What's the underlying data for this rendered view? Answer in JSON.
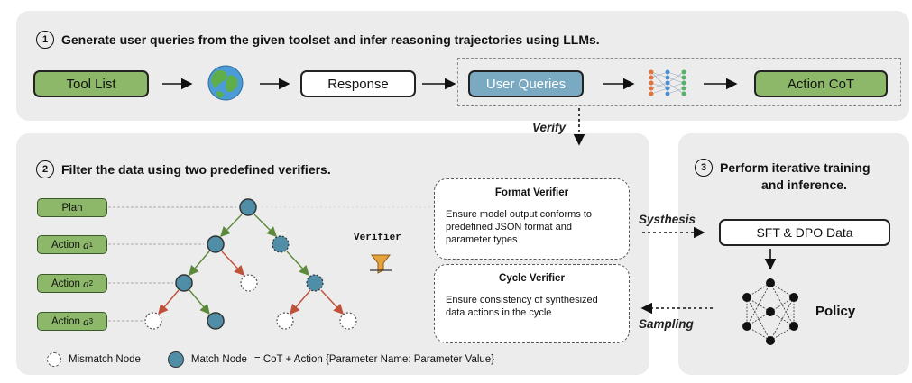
{
  "step1": {
    "number": "1",
    "title": "Generate user queries from the given toolset and infer reasoning trajectories using LLMs.",
    "boxes": {
      "tool_list": "Tool List",
      "response": "Response",
      "user_queries": "User Queries",
      "action_cot": "Action CoT"
    }
  },
  "verify_label": "Verify",
  "step2": {
    "number": "2",
    "title": "Filter the data using two predefined verifiers.",
    "plan": "Plan",
    "actions": [
      {
        "prefix": "Action ",
        "var": "a",
        "sub": "1"
      },
      {
        "prefix": "Action ",
        "var": "a",
        "sub": "2"
      },
      {
        "prefix": "Action ",
        "var": "a",
        "sub": "3"
      }
    ],
    "verifier_label": "Verifier",
    "format_verifier": {
      "title": "Format Verifier",
      "text": "Ensure model output conforms to predefined JSON format and parameter types"
    },
    "cycle_verifier": {
      "title": "Cycle Verifier",
      "text": "Ensure consistency of synthesized data actions in the cycle"
    },
    "legend": {
      "mismatch": "Mismatch Node",
      "match": "Match Node",
      "formula": "= CoT + Action {Parameter Name: Parameter Value}"
    }
  },
  "synthesis_label": "Systhesis",
  "sampling_label": "Sampling",
  "step3": {
    "number": "3",
    "title_line1": "Perform iterative training",
    "title_line2": "and inference.",
    "sft_dpo": "SFT & DPO Data",
    "policy": "Policy"
  },
  "colors": {
    "green": "#8db86a",
    "blue_box": "#7aa9c2",
    "match_node": "#4f8ea6",
    "panel": "#ececec",
    "arrow_green": "#5c8a3a",
    "arrow_red": "#c0503a"
  }
}
